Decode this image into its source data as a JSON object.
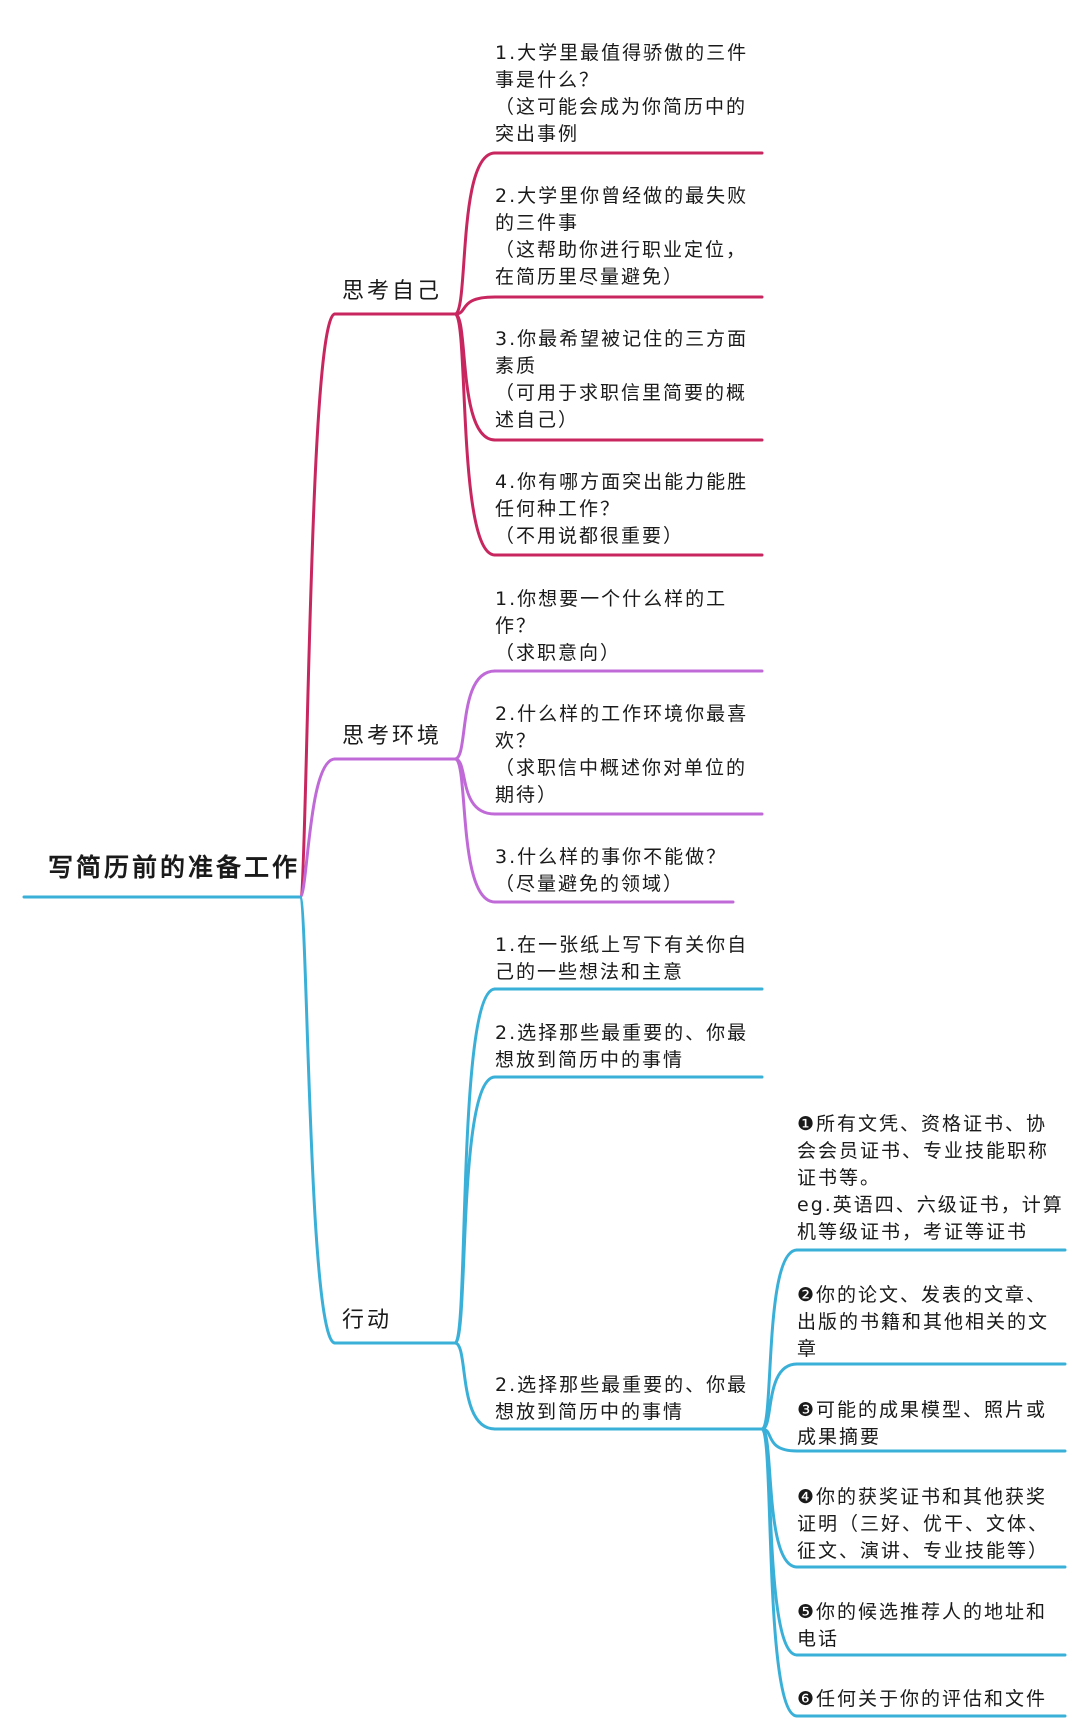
{
  "root": {
    "title": "写简历前的准备工作"
  },
  "colors": {
    "root": "#3ab0d8",
    "self": "#c8265e",
    "environment": "#c06ad8",
    "action": "#3ab0d8"
  },
  "branches": [
    {
      "label": "思考自己",
      "items": [
        "1.大学里最值得骄傲的三件\n事是什么？\n（这可能会成为你简历中的\n突出事例",
        "2.大学里你曾经做的最失败\n的三件事\n（这帮助你进行职业定位，\n在简历里尽量避免）",
        "3.你最希望被记住的三方面\n素质\n（可用于求职信里简要的概\n述自己）",
        "4.你有哪方面突出能力能胜\n任何种工作？\n（不用说都很重要）"
      ]
    },
    {
      "label": "思考环境",
      "items": [
        "1.你想要一个什么样的工\n作？\n（求职意向）",
        "2.什么样的工作环境你最喜\n欢？\n（求职信中概述你对单位的\n期待）",
        "3.什么样的事你不能做？\n（尽量避免的领域）"
      ]
    },
    {
      "label": "行动",
      "items": [
        "1.在一张纸上写下有关你自\n己的一些想法和主意",
        "2.选择那些最重要的、你最\n想放到简历中的事情",
        "2.选择那些最重要的、你最\n想放到简历中的事情"
      ],
      "subitems": [
        "❶所有文凭、资格证书、协\n会会员证书、专业技能职称\n证书等。\neg.英语四、六级证书，计算\n机等级证书，考证等证书",
        "❷你的论文、发表的文章、\n出版的书籍和其他相关的文\n章",
        "❸可能的成果模型、照片或\n成果摘要",
        "❹你的获奖证书和其他获奖\n证明（三好、优干、文体、\n征文、演讲、专业技能等）",
        "❺你的候选推荐人的地址和\n电话",
        "❻任何关于你的评估和文件"
      ]
    }
  ]
}
